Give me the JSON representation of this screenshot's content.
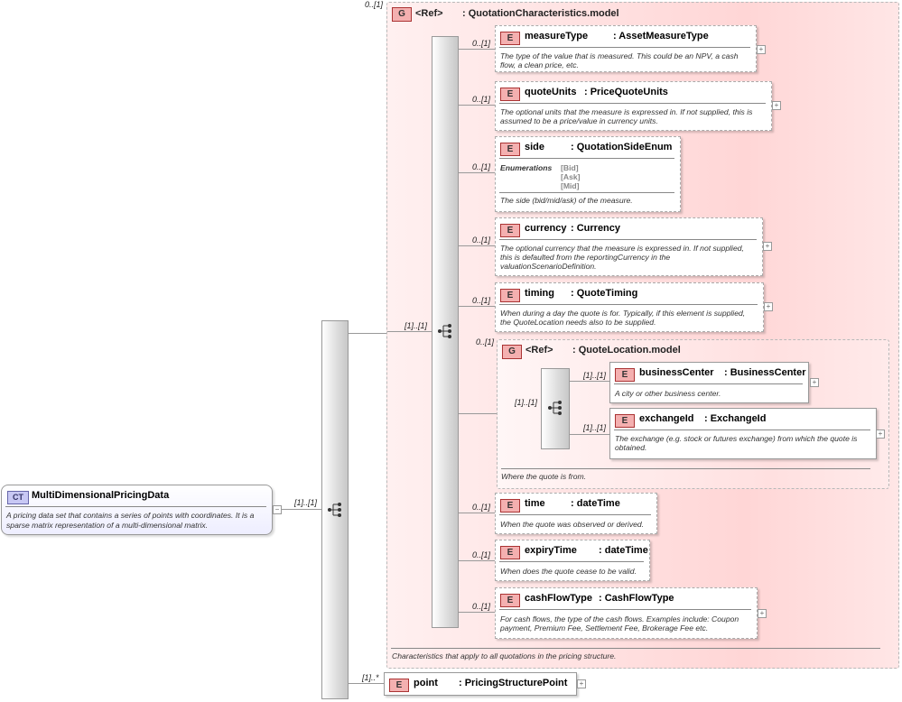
{
  "complex_type": {
    "badge": "CT",
    "name": "MultiDimensionalPricingData",
    "doc": "A pricing data set that contains a series of points with coordinates. It is a sparse matrix representation of a multi-dimensional matrix."
  },
  "outer_sequence": {
    "card": "[1]..[1]"
  },
  "quotation_group": {
    "card_outer": "0..[1]",
    "badge": "G",
    "ref": "<Ref>",
    "type": ": QuotationCharacteristics.model",
    "seq_card": "[1]..[1]",
    "doc": "Characteristics that apply to all quotations in the pricing structure."
  },
  "elements": {
    "measureType": {
      "badge": "E",
      "card": "0..[1]",
      "name": "measureType",
      "type": ": AssetMeasureType",
      "doc1": "The type of the value that is measured. This could be an NPV, a cash",
      "doc2": "flow, a clean price, etc.",
      "plus": "+"
    },
    "quoteUnits": {
      "badge": "E",
      "card": "0..[1]",
      "name": "quoteUnits",
      "type": ": PriceQuoteUnits",
      "doc1": "The optional units that the measure is expressed in. If not supplied, this is",
      "doc2": "assumed to be a price/value in currency units.",
      "plus": "+"
    },
    "side": {
      "badge": "E",
      "card": "0..[1]",
      "name": "side",
      "type": ": QuotationSideEnum",
      "enum_label": "Enumerations",
      "enum_values": [
        "[Bid]",
        "[Ask]",
        "[Mid]"
      ],
      "doc1": "The side (bid/mid/ask) of the measure."
    },
    "currency": {
      "badge": "E",
      "card": "0..[1]",
      "name": "currency",
      "type": ": Currency",
      "doc1": "The optional currency that the measure is expressed in. If not supplied,",
      "doc2": "this is defaulted from the reportingCurrency in the",
      "doc3": "valuationScenarioDefinition.",
      "plus": "+"
    },
    "timing": {
      "badge": "E",
      "card": "0..[1]",
      "name": "timing",
      "type": ": QuoteTiming",
      "doc1": "When during a day the quote is for. Typically, if this element is supplied,",
      "doc2": "the QuoteLocation needs also to be supplied.",
      "plus": "+"
    },
    "time": {
      "badge": "E",
      "card": "0..[1]",
      "name": "time",
      "type": ": dateTime",
      "doc1": "When the quote was observed or derived."
    },
    "expiryTime": {
      "badge": "E",
      "card": "0..[1]",
      "name": "expiryTime",
      "type": ": dateTime",
      "doc1": "When does the quote cease to be valid."
    },
    "cashFlowType": {
      "badge": "E",
      "card": "0..[1]",
      "name": "cashFlowType",
      "type": ": CashFlowType",
      "doc1": "For cash flows, the type of the cash flows. Examples include: Coupon",
      "doc2": "payment, Premium Fee, Settlement Fee, Brokerage Fee etc.",
      "plus": "+"
    },
    "point": {
      "badge": "E",
      "card": "[1]..*",
      "name": "point",
      "type": ": PricingStructurePoint",
      "plus": "+"
    }
  },
  "location_group": {
    "card_outer": "0..[1]",
    "badge": "G",
    "ref": "<Ref>",
    "type": ": QuoteLocation.model",
    "seq_card": "[1]..[1]",
    "doc": "Where the quote is from.",
    "businessCenter": {
      "badge": "E",
      "card": "[1]..[1]",
      "name": "businessCenter",
      "type": ": BusinessCenter",
      "doc1": "A city or other business center.",
      "plus": "+"
    },
    "exchangeId": {
      "badge": "E",
      "card": "[1]..[1]",
      "name": "exchangeId",
      "type": ": ExchangeId",
      "doc1": "The exchange (e.g. stock or futures exchange) from which the quote is",
      "doc2": "obtained.",
      "plus": "+"
    }
  },
  "colors": {
    "element_badge": "#f4b0b0",
    "group_fill": "#ffd6d6",
    "ct_badge": "#c8c8f4"
  }
}
